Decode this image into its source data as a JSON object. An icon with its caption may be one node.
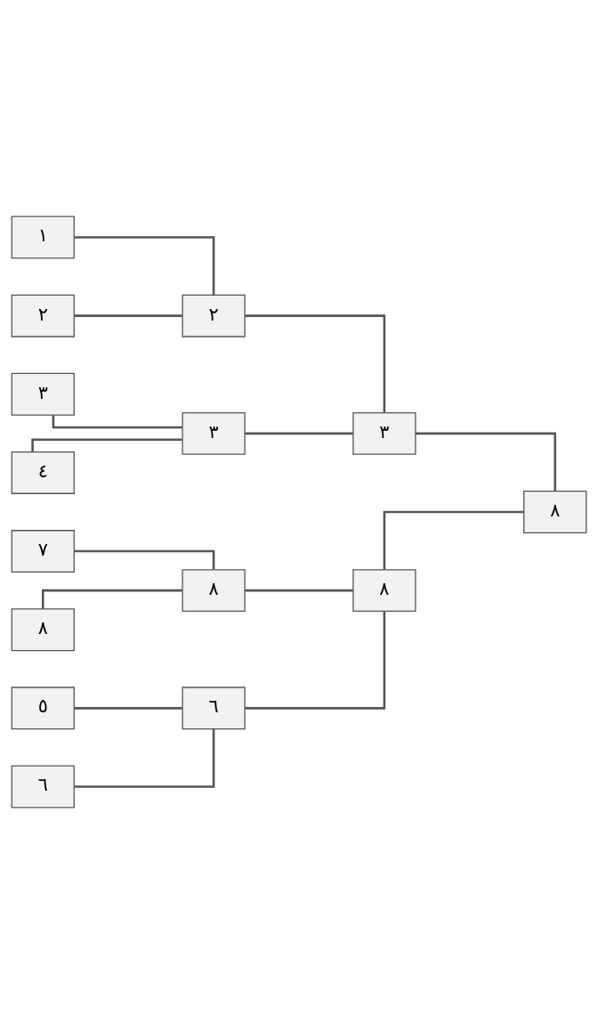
{
  "diagram": {
    "nodes": [
      {
        "text": [
          "١"
        ]
      },
      {
        "text": [
          "٢"
        ]
      },
      {
        "text": [
          "٣"
        ]
      },
      {
        "text": [
          "٤"
        ]
      },
      {
        "text": [
          "٥"
        ]
      },
      {
        "text": [
          "٦"
        ]
      },
      {
        "text": [
          "٧"
        ]
      },
      {
        "text": [
          "٨"
        ]
      },
      {
        "text": [
          "٢"
        ]
      },
      {
        "text": [
          "٣"
        ]
      },
      {
        "text": [
          "٦"
        ]
      },
      {
        "text": [
          "٨"
        ]
      },
      {
        "text": [
          "٣"
        ]
      },
      {
        "text": [
          "٨"
        ]
      },
      {
        "text": [
          "٨"
        ]
      }
    ],
    "edges": [
      {
        "from": 0,
        "to": 8,
        "arrow": "none"
      },
      {
        "from": 1,
        "to": 8,
        "arrow": "none"
      },
      {
        "from": 2,
        "to": 9,
        "arrow": "none"
      },
      {
        "from": 3,
        "to": 9,
        "arrow": "none"
      },
      {
        "from": 4,
        "to": 10,
        "arrow": "none"
      },
      {
        "from": 5,
        "to": 10,
        "arrow": "none"
      },
      {
        "from": 6,
        "to": 11,
        "arrow": "none"
      },
      {
        "from": 7,
        "to": 11,
        "arrow": "none"
      },
      {
        "from": 8,
        "to": 12,
        "arrow": "none"
      },
      {
        "from": 9,
        "to": 12,
        "arrow": "none"
      },
      {
        "from": 10,
        "to": 13,
        "arrow": "none"
      },
      {
        "from": 11,
        "to": 13,
        "arrow": "none"
      },
      {
        "from": 12,
        "to": 14,
        "arrow": "none"
      },
      {
        "from": 13,
        "to": 14,
        "arrow": "none"
      }
    ]
  }
}
